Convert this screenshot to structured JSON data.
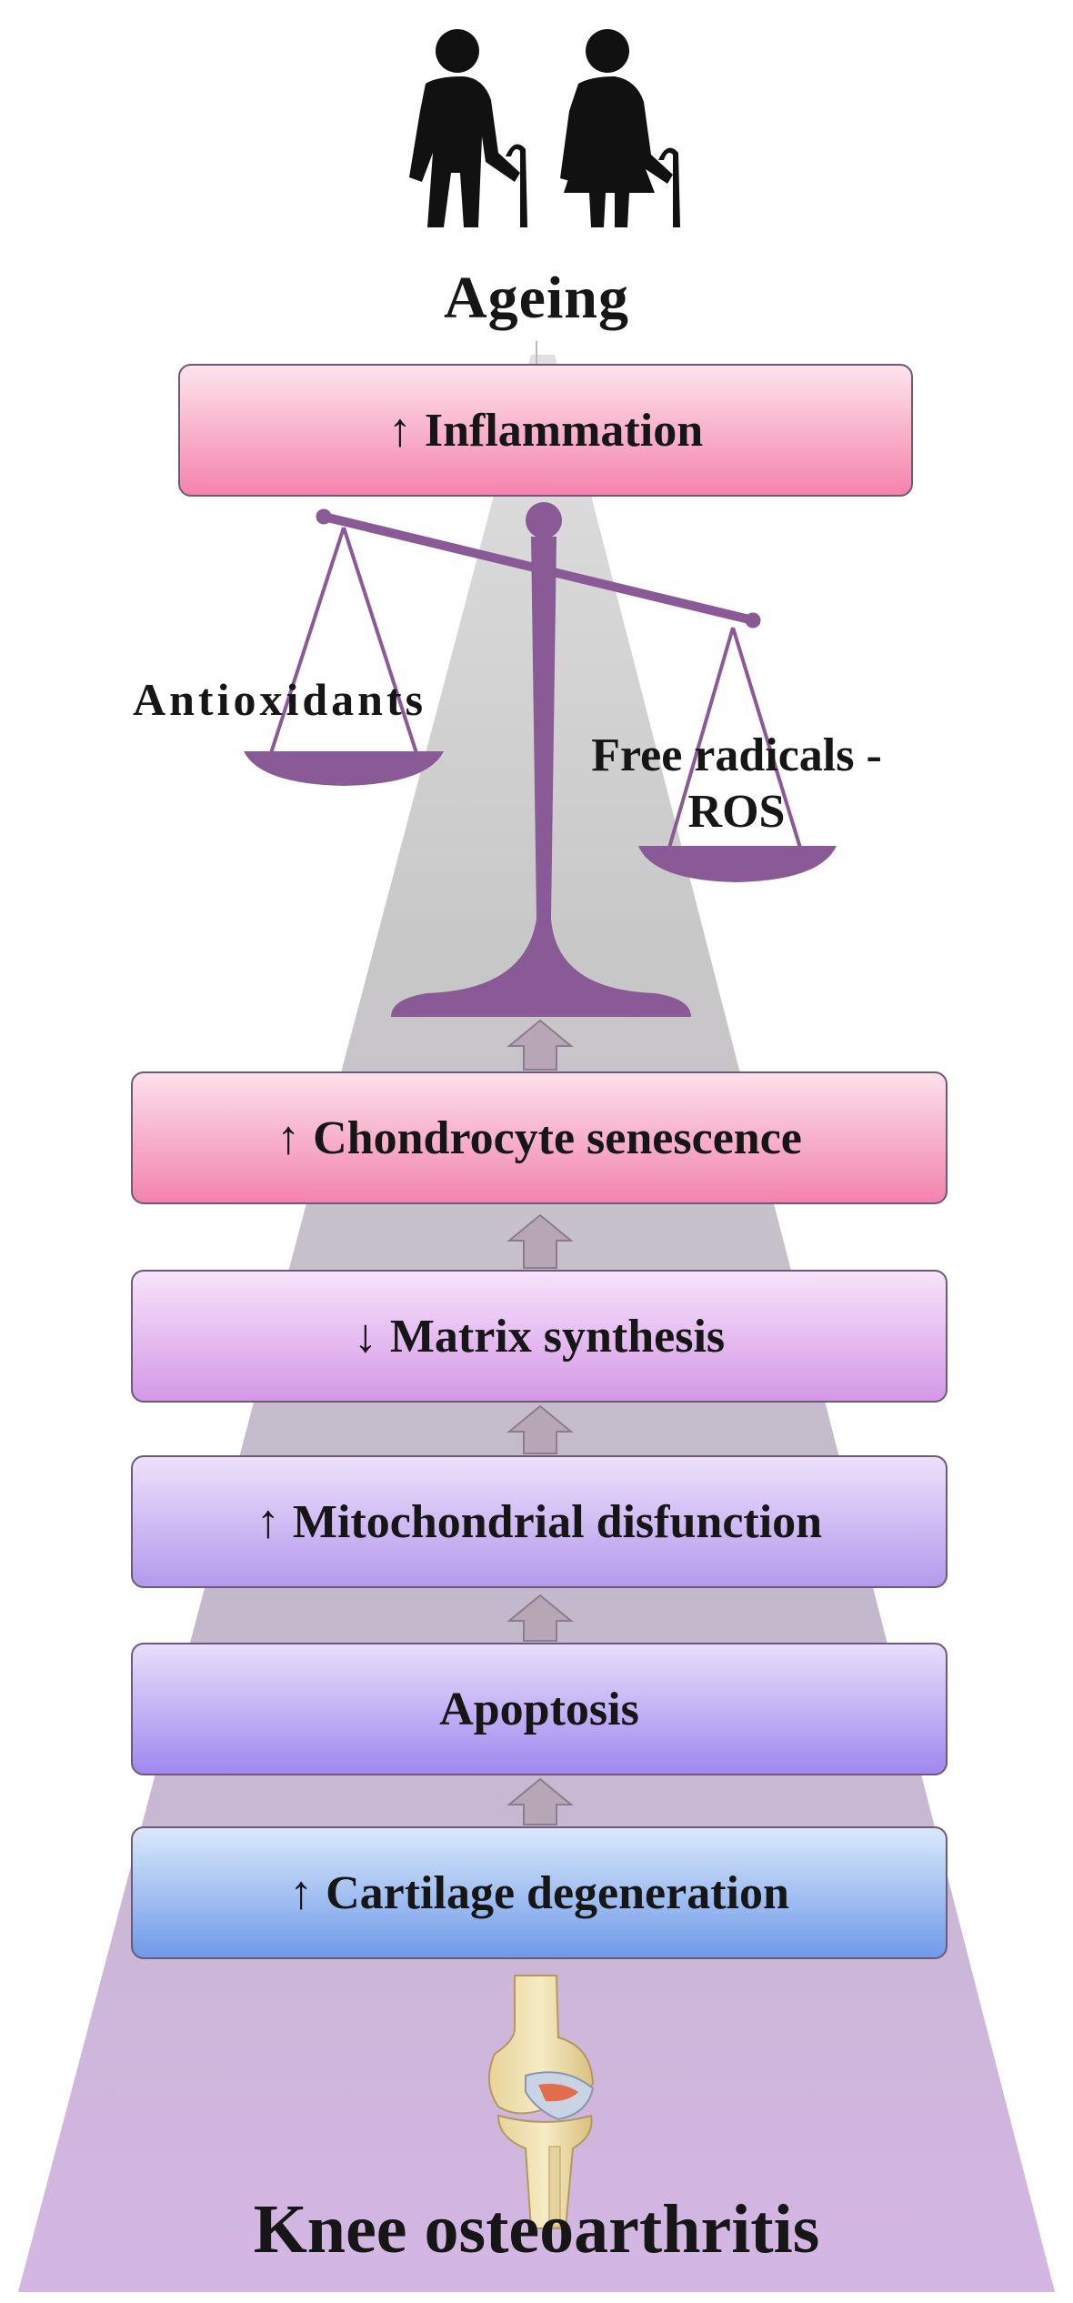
{
  "top_label": "Ageing",
  "inflammation": {
    "arrow": "↑",
    "text": "Inflammation"
  },
  "balance": {
    "left_label": "Antioxidants",
    "right_label_line1": "Free radicals -",
    "right_label_line2": "ROS"
  },
  "steps": [
    {
      "arrow": "↑",
      "text": "Chondrocyte senescence"
    },
    {
      "arrow": "↓",
      "text": "Matrix synthesis"
    },
    {
      "arrow": "↑",
      "text": "Mitochondrial disfunction"
    },
    {
      "arrow": "",
      "text": "Apoptosis"
    },
    {
      "arrow": "↑",
      "text": "Cartilage degeneration"
    }
  ],
  "bottom_label": "Knee osteoarthritis",
  "icons": [
    "elderly-man-icon",
    "elderly-woman-icon",
    "balance-scale-icon",
    "knee-joint-icon",
    "up-arrow-icon"
  ],
  "colors": {
    "scale": "#8a5a96",
    "pyramid_top": "#d3d3d3",
    "pyramid_bottom": "#cfb4e0"
  }
}
